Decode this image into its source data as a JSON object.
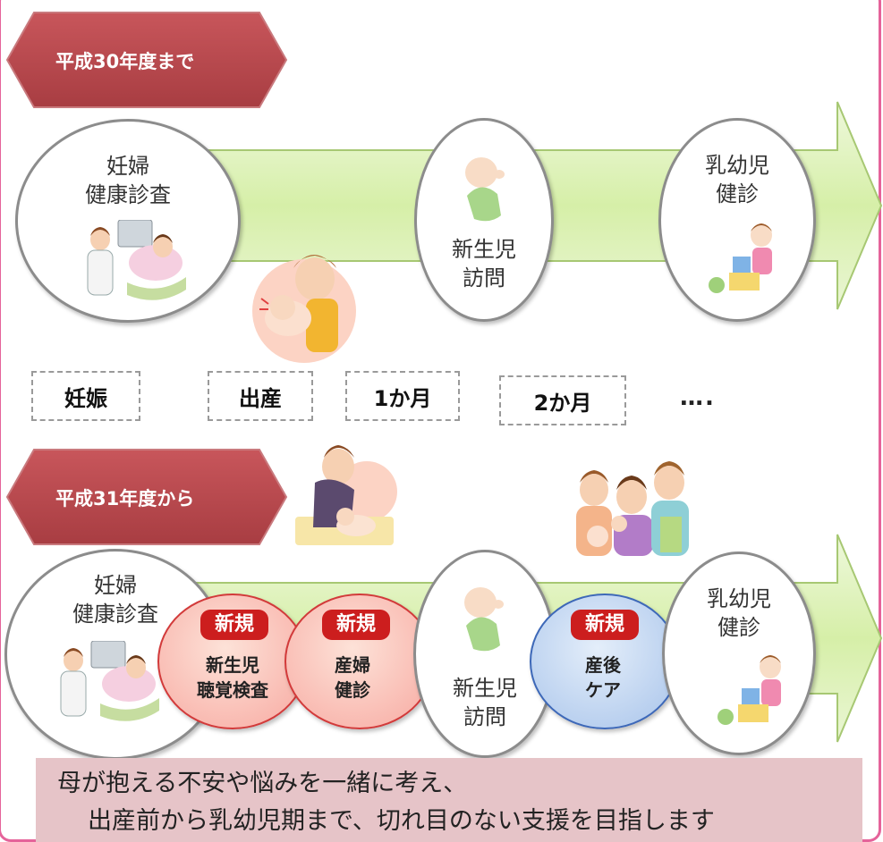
{
  "periods": {
    "before": "平成30年度まで",
    "after": "平成31年度から"
  },
  "timeline_before": {
    "checkup": "妊婦\n健康診査",
    "newborn_visit": "新生児\n訪問",
    "infant_checkup": "乳幼児\n健診"
  },
  "stages": [
    "妊娠",
    "出産",
    "1か月",
    "2か月",
    "…."
  ],
  "timeline_after": {
    "checkup": "妊婦\n健康診査",
    "hearing_badge": "新規",
    "hearing": "新生児\n聴覚検査",
    "maternal_badge": "新規",
    "maternal": "産婦\n健診",
    "newborn_visit": "新生児\n訪問",
    "postpartum_badge": "新規",
    "postpartum": "産後\nケア",
    "infant_checkup": "乳幼児\n健診"
  },
  "message": {
    "line1": "母が抱える不安や悩みを一緒に考え、",
    "line2": "出産前から乳幼児期まで、切れ目のない支援を目指します"
  },
  "colors": {
    "frame": "#e5639a",
    "period_tag": "#b94a4f",
    "arrow_fill": "#d6efa8",
    "badge": "#cc1e1e",
    "banner": "#e6c4c8"
  }
}
